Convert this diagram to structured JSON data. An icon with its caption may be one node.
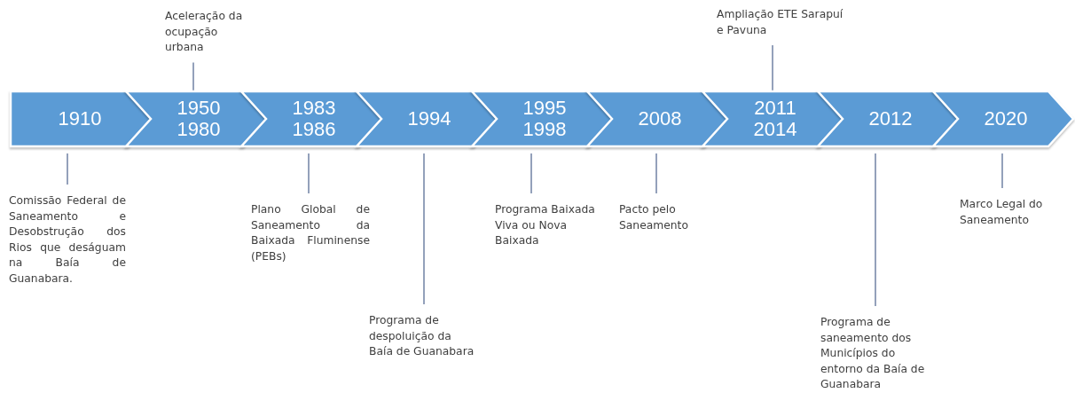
{
  "diagram": {
    "nodes": [
      {
        "text": [
          "1910"
        ]
      },
      {
        "text": [
          "1950 1980"
        ]
      },
      {
        "text": [
          "1983 1986"
        ]
      },
      {
        "text": [
          "1994"
        ]
      },
      {
        "text": [
          "1995 1998"
        ]
      },
      {
        "text": [
          "2008"
        ]
      },
      {
        "text": [
          "2011 2014"
        ]
      },
      {
        "text": [
          "2012"
        ]
      },
      {
        "text": [
          "2020"
        ]
      },
      {
        "text": [
          "Comissão Federal de Saneamento e Desobstrução dos Rios que deságuam na Baía de Guanabara."
        ]
      },
      {
        "text": [
          "Aceleração da ocupação urbana"
        ]
      },
      {
        "text": [
          "Plano Global de Saneamento da Baixada Fluminense (PEBs)"
        ]
      },
      {
        "text": [
          "Programa de despoluição da Baía de Guanabara"
        ]
      },
      {
        "text": [
          "Programa Baixada Viva ou Nova Baixada"
        ]
      },
      {
        "text": [
          "Pacto pelo Saneamento"
        ]
      },
      {
        "text": [
          "Ampliação ETE Sarapuí e Pavuna"
        ]
      },
      {
        "text": [
          "Programa de saneamento dos Municípios do entorno da Baía de Guanabara"
        ]
      },
      {
        "text": [
          "Marco Legal do Saneamento"
        ]
      }
    ],
    "edges": [
      {
        "from": 9,
        "to": 0,
        "arrow": "none"
      },
      {
        "from": 10,
        "to": 1,
        "arrow": "none"
      },
      {
        "from": 11,
        "to": 2,
        "arrow": "none"
      },
      {
        "from": 12,
        "to": 3,
        "arrow": "none"
      },
      {
        "from": 13,
        "to": 4,
        "arrow": "none"
      },
      {
        "from": 14,
        "to": 5,
        "arrow": "none"
      },
      {
        "from": 15,
        "to": 6,
        "arrow": "none"
      },
      {
        "from": 16,
        "to": 7,
        "arrow": "none"
      },
      {
        "from": 17,
        "to": 8,
        "arrow": "none"
      }
    ]
  }
}
